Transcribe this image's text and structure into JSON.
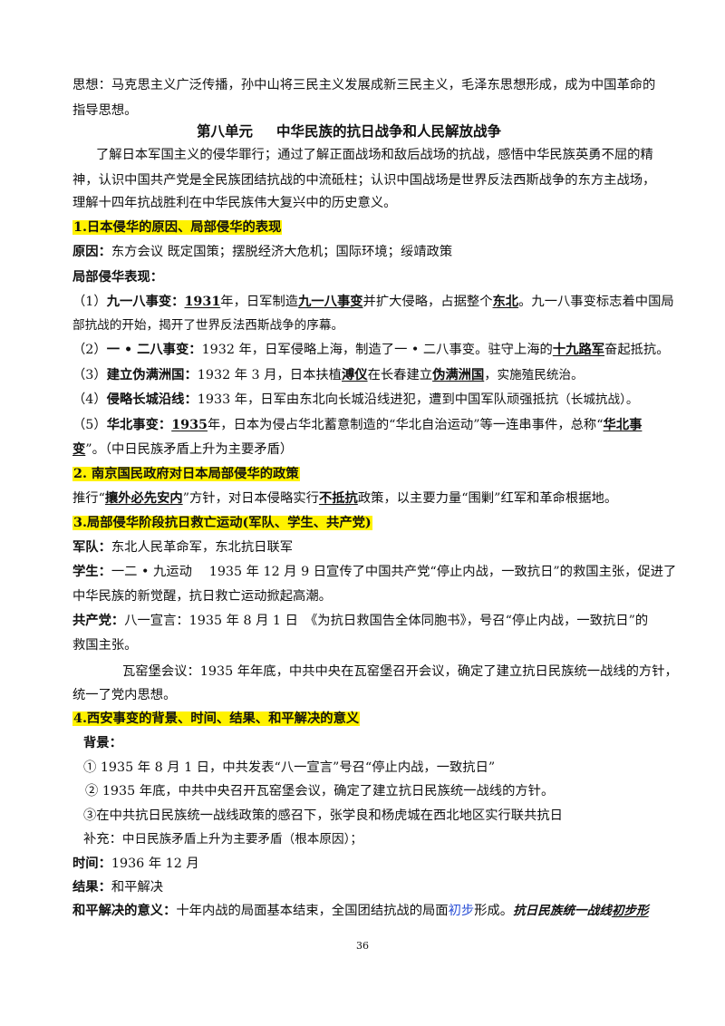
{
  "lines": {
    "l01": [
      "思想：马克思主义广泛传播，孙中山将三民主义发展成新三民主义，毛泽东思想形成，成为中国革命的"
    ],
    "l02": [
      "指导思想。"
    ],
    "l03": [
      "第八单元",
      "中华民族的抗日战争和人民解放战争"
    ],
    "l04": [
      "了解日本军国主义的侵华罪行；通过了解正面战场和敌后战场的抗战，感悟中华民族英勇不屈的精"
    ],
    "l05": [
      "神，认识中国共产党是全民族团结抗战的中流砥柱；认识中国战场是世界反法西斯战争的东方主战场，"
    ],
    "l06": [
      "理解十四年抗战胜利在中华民族伟大复兴中的历史意义。"
    ],
    "l07": [
      "1.日本侵华的原因、局部侵华的表现"
    ],
    "l08": [
      "原因：",
      "东方会议 既定国策；摆脱经济大危机；国际环境；绥靖政策"
    ],
    "l09": [
      "局部侵华表现："
    ],
    "l10": [
      "（1）",
      "九一八事变：",
      "1931",
      "年，日军制造",
      "九一八事变",
      "并扩大侵略，占据整个",
      "东北",
      "。九一八事变标志着中国局"
    ],
    "l11": [
      "部抗战的开始，揭开了世界反法西斯战争的序幕。"
    ],
    "l12": [
      "（2）",
      "一 • 二八事变：",
      "1932 年，日军侵略上海，制造了一 • 二八事变。驻守上海的",
      "十九路军",
      "奋起抵抗。"
    ],
    "l13": [
      "（3）",
      "建立伪满洲国：",
      "1932 年 3 月，日本扶植",
      "溥仪",
      "在长春建立",
      "伪满洲国",
      "，",
      "实施殖民统治。"
    ],
    "l14": [
      "（4）",
      "侵略长城沿线：",
      "1933 年，日军由东北向长城沿线进犯，遭到中国军队顽强抵抗",
      "（长城抗战）。"
    ],
    "l15": [
      "（5）",
      "华北事变：",
      "1935",
      "年，日本为侵占华北蓄意制造的“华北自治运动”等一连串事件，总称“",
      "华北事"
    ],
    "l16": [
      "变",
      "”。（中日民族矛盾上升为主要矛盾）"
    ],
    "l17": [
      "2. 南京国民政府对日本局部侵华的政策"
    ],
    "l18": [
      "推行“",
      "攘外必先安内",
      "”方针，对日本侵略实行",
      "不抵抗",
      "政策，以主要力量“围剿”红军和革命根据地。"
    ],
    "l19": [
      "3.局部侵华阶段抗日救亡运动(军队、学生、共产党)"
    ],
    "l20": [
      "军队：",
      "东北人民革命军，东北抗日联军"
    ],
    "l21": [
      "学生：",
      "一二 • 九运动　 1935 年 12 月 9 日宣传了中国共产党“停止内战，一致抗日”的救国主张，促进了"
    ],
    "l22": [
      "中华民族的新觉醒，抗日救亡运动掀起高潮。"
    ],
    "l23": [
      "共产党：",
      "八一宣言：1935 年 8 月 1 日　《为抗日救国告全体同胞书》，号召“停止内战，一致抗日”的"
    ],
    "l24": [
      "救国主张。"
    ],
    "l25": [
      "瓦窑堡会议：1935 年年底，中共中央在瓦窑堡召开会议，确定了建立抗日民族统一战线的方针，"
    ],
    "l26": [
      "统一了党内思想。"
    ],
    "l27": [
      "4.西安事变的背景、时间、结果、和平解决的意义"
    ],
    "l28": [
      "背景："
    ],
    "l29": [
      "① 1935 年 8 月 1 日，中共发表“八一宣言”号召“停止内战，一致抗日”"
    ],
    "l30": [
      "② 1935 年底，中共中央召开瓦窑堡会议，确定了建立抗日民族统一战线的方针。"
    ],
    "l31": [
      "③在中共抗日民族统一战线政策的感召下，张学良和杨虎城在西北地区实行联共抗日"
    ],
    "l32": [
      "补充：",
      "中日民族矛盾上升为主要矛盾（根本原因）；"
    ],
    "l33": [
      "时间：",
      "1936 年 12 月"
    ],
    "l34": [
      "结果：",
      "和平解决"
    ],
    "l35": [
      "和平解决的意义：",
      "十年内战的局面基本结束，全国团结抗战的局面",
      "初步",
      "形成。",
      "抗日民族统一战线",
      "初步形"
    ]
  },
  "page_number": "36"
}
